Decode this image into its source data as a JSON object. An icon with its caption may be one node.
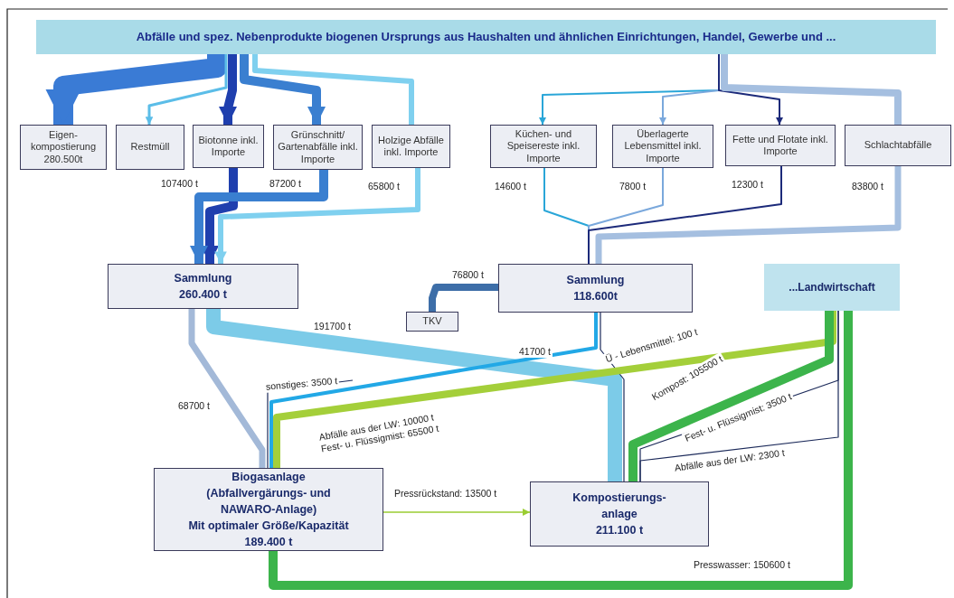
{
  "diagram": {
    "nodes": [
      {
        "text": [
          "Abfälle und spez. Nebenprodukte biogenen Ursprungs aus Haushalten und ähnlichen Einrichtungen, Handel, Gewerbe und ..."
        ]
      },
      {
        "text": [
          "Eigen- kompostierung 280.500t"
        ]
      },
      {
        "text": [
          "Restmüll"
        ]
      },
      {
        "text": [
          "Biotonne inkl. Importe"
        ]
      },
      {
        "text": [
          "Grünschnitt/ Gartenabfälle inkl. Importe"
        ]
      },
      {
        "text": [
          "Holzige Abfälle inkl. Importe"
        ]
      },
      {
        "text": [
          "Küchen- und Speisereste inkl. Importe"
        ]
      },
      {
        "text": [
          "Überlagerte Lebensmittel inkl. Importe"
        ]
      },
      {
        "text": [
          "Fette und Flotate inkl. Importe"
        ]
      },
      {
        "text": [
          "Schlachtabfälle"
        ]
      },
      {
        "text": [
          "Sammlung",
          "260.400 t"
        ]
      },
      {
        "text": [
          "TKV"
        ]
      },
      {
        "text": [
          "Sammlung",
          "118.600t"
        ]
      },
      {
        "text": [
          "...Landwirtschaft"
        ]
      },
      {
        "text": [
          "Biogasanlage",
          "(Abfallvergärungs- und NAWARO-Anlage)",
          "Mit optimaler Größe/Kapazität",
          "189.400 t"
        ]
      },
      {
        "text": [
          "Kompostierungs- anlage",
          "211.100 t"
        ]
      }
    ],
    "edges": [
      {
        "from": 0,
        "to": 1,
        "arrow": "to",
        "style": "thick",
        "color": "#3a7bd5"
      },
      {
        "from": 0,
        "to": 2,
        "arrow": "to",
        "color": "#5bbde8"
      },
      {
        "from": 0,
        "to": 3,
        "arrow": "to",
        "color": "#1f3fae"
      },
      {
        "from": 0,
        "to": 4,
        "arrow": "to",
        "color": "#3a7fd0"
      },
      {
        "from": 0,
        "to": 5,
        "arrow": "none",
        "color": "#7fd0ef"
      },
      {
        "from": 0,
        "to": 6,
        "arrow": "to",
        "color": "#2aa6d8"
      },
      {
        "from": 0,
        "to": 7,
        "arrow": "to",
        "color": "#7aa8dc"
      },
      {
        "from": 0,
        "to": 8,
        "arrow": "to",
        "color": "#1c2a7a"
      },
      {
        "from": 0,
        "to": 9,
        "arrow": "none",
        "color": "#a5bfe0"
      },
      {
        "from": 3,
        "to": 10,
        "arrow": "to",
        "label": "107400 t",
        "color": "#1f3fae"
      },
      {
        "from": 4,
        "to": 10,
        "arrow": "to",
        "label": "87200 t",
        "color": "#3a7fd0"
      },
      {
        "from": 5,
        "to": 10,
        "arrow": "to",
        "label": "65800 t",
        "color": "#7fd0ef"
      },
      {
        "from": 6,
        "to": 12,
        "arrow": "none",
        "label": "14600 t",
        "color": "#2aa6d8"
      },
      {
        "from": 7,
        "to": 12,
        "arrow": "none",
        "label": "7800 t",
        "color": "#7aa8dc"
      },
      {
        "from": 8,
        "to": 12,
        "arrow": "none",
        "label": "12300 t",
        "color": "#1c2a7a"
      },
      {
        "from": 9,
        "to": 12,
        "arrow": "none",
        "label": "83800 t",
        "color": "#a5bfe0"
      },
      {
        "from": 12,
        "to": 11,
        "arrow": "none",
        "label": "76800 t",
        "color": "#3d6ea8"
      },
      {
        "from": 10,
        "to": 15,
        "arrow": "none",
        "label": "191700 t",
        "style": "thick",
        "color": "#7ccbe8"
      },
      {
        "from": 10,
        "to": 14,
        "arrow": "none",
        "label": "68700 t",
        "color": "#a3b9d8"
      },
      {
        "from": 12,
        "to": 14,
        "arrow": "none",
        "label": "41700 t",
        "color": "#22a8e6"
      },
      {
        "from": 12,
        "to": 15,
        "arrow": "none",
        "label": "Ü - Lebensmittel: 100 t",
        "color": "#1c2a5a"
      },
      {
        "from": null,
        "to": 14,
        "arrow": "none",
        "label": "sonstiges: 3500 t",
        "color": "#1c2a5a"
      },
      {
        "from": 13,
        "to": 14,
        "arrow": "none",
        "label": "Abfälle aus der LW: 10000 t Fest- u. Flüssigmist: 65500 t",
        "color": "#a4cf3a"
      },
      {
        "from": 15,
        "to": 13,
        "arrow": "none",
        "label": "Kompost: 105500 t",
        "color": "#3cb44b"
      },
      {
        "from": 13,
        "to": 15,
        "arrow": "none",
        "label": "Fest- u. Flüssigmist: 3500 t",
        "color": "#1c2a5a"
      },
      {
        "from": 13,
        "to": 15,
        "arrow": "none",
        "label": "Abfälle aus der LW: 2300 t",
        "color": "#1c2a5a"
      },
      {
        "from": 14,
        "to": 13,
        "arrow": "none",
        "label": "Presswasser: 150600 t",
        "color": "#3cb44b"
      },
      {
        "from": 14,
        "to": 15,
        "arrow": "to",
        "label": "Pressrückstand: 13500 t",
        "color": "#9acd32"
      }
    ]
  }
}
